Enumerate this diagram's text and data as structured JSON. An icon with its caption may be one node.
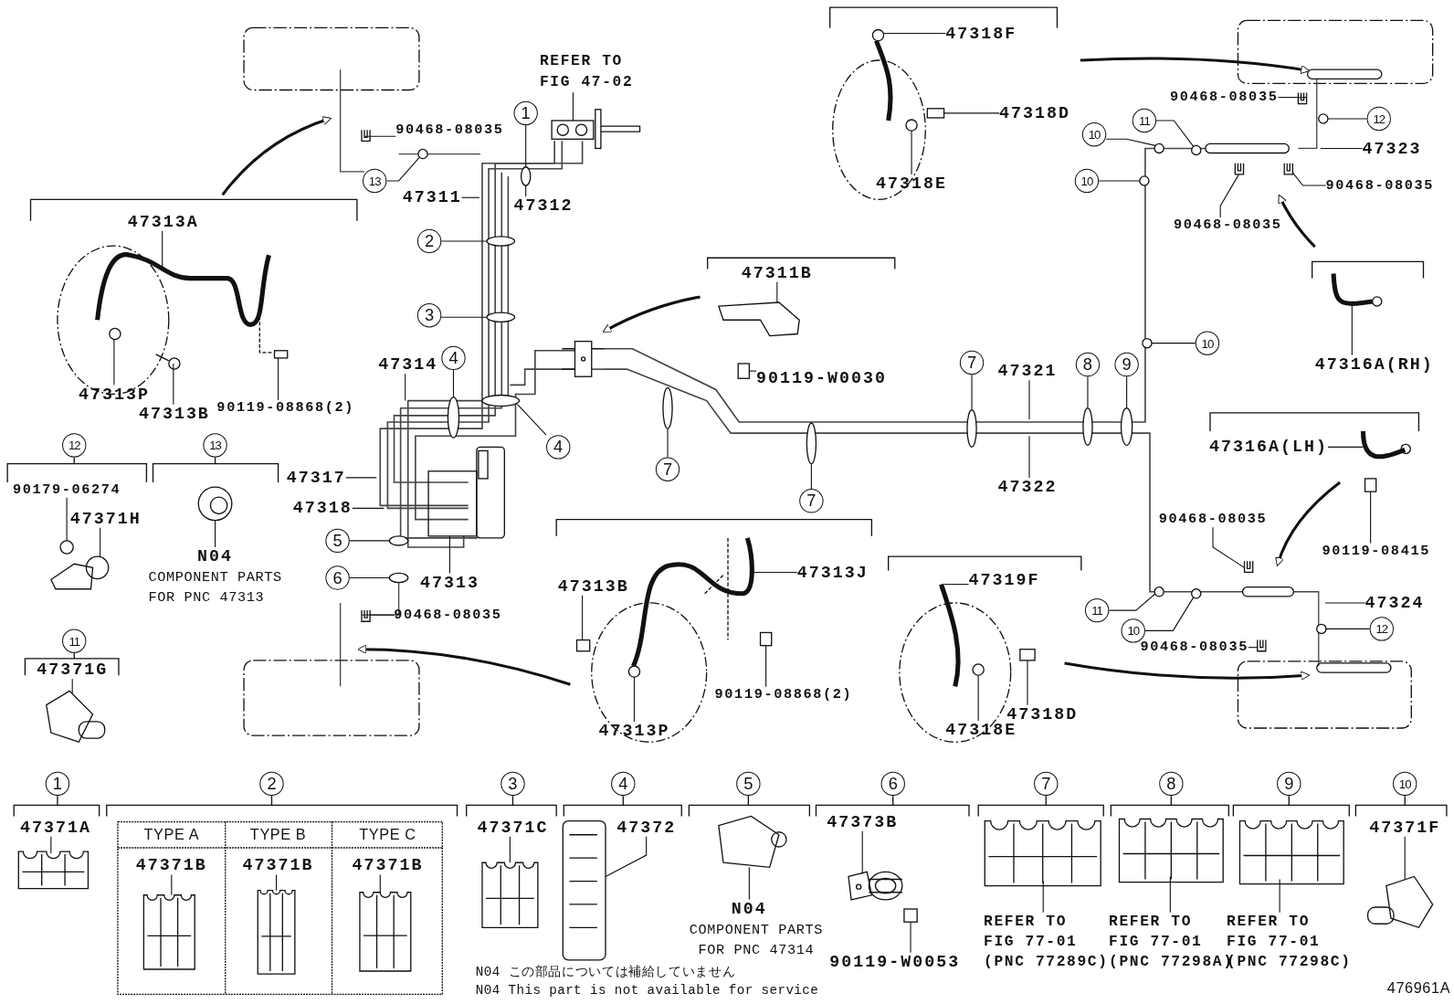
{
  "diagram": {
    "nodes": [
      {
        "text": [
          "90468-08035"
        ]
      },
      {
        "text": [
          "13"
        ]
      },
      {
        "text": [
          "47311"
        ]
      },
      {
        "text": [
          "47312"
        ]
      },
      {
        "text": [
          "1"
        ]
      },
      {
        "text": [
          "REFER TO FIG 47-02"
        ]
      },
      {
        "text": [
          "2"
        ]
      },
      {
        "text": [
          "3"
        ]
      },
      {
        "text": [
          "47313A"
        ]
      },
      {
        "text": [
          "47313P"
        ]
      },
      {
        "text": [
          "47313B"
        ]
      },
      {
        "text": [
          "90119-08868(2)"
        ]
      },
      {
        "text": [
          "47314"
        ]
      },
      {
        "text": [
          "4"
        ]
      },
      {
        "text": [
          "4"
        ]
      },
      {
        "text": [
          "47317"
        ]
      },
      {
        "text": [
          "47318"
        ]
      },
      {
        "text": [
          "5"
        ]
      },
      {
        "text": [
          "6"
        ]
      },
      {
        "text": [
          "47313"
        ]
      },
      {
        "text": [
          "90468-08035"
        ]
      },
      {
        "text": [
          "12"
        ]
      },
      {
        "text": [
          "90179-06274"
        ]
      },
      {
        "text": [
          "47371H"
        ]
      },
      {
        "text": [
          "13"
        ]
      },
      {
        "text": [
          "N04"
        ]
      },
      {
        "text": [
          "11"
        ]
      },
      {
        "text": [
          "47371G"
        ]
      },
      {
        "text": [
          "47311B"
        ]
      },
      {
        "text": [
          "90119-W0030"
        ]
      },
      {
        "text": [
          "7"
        ]
      },
      {
        "text": [
          "7"
        ]
      },
      {
        "text": [
          "7"
        ]
      },
      {
        "text": [
          "47321"
        ]
      },
      {
        "text": [
          "8"
        ]
      },
      {
        "text": [
          "9"
        ]
      },
      {
        "text": [
          "47322"
        ]
      },
      {
        "text": [
          "47318F"
        ]
      },
      {
        "text": [
          "47318D"
        ]
      },
      {
        "text": [
          "47318E"
        ]
      },
      {
        "text": [
          "90468-08035"
        ]
      },
      {
        "text": [
          "12"
        ]
      },
      {
        "text": [
          "47323"
        ]
      },
      {
        "text": [
          "11"
        ]
      },
      {
        "text": [
          "10"
        ]
      },
      {
        "text": [
          "10"
        ]
      },
      {
        "text": [
          "90468-08035"
        ]
      },
      {
        "text": [
          "90468-08035"
        ]
      },
      {
        "text": [
          "10"
        ]
      },
      {
        "text": [
          "47316A(RH)"
        ]
      },
      {
        "text": [
          "47316A(LH)"
        ]
      },
      {
        "text": [
          "90119-08415"
        ]
      },
      {
        "text": [
          "90468-08035"
        ]
      },
      {
        "text": [
          "47324"
        ]
      },
      {
        "text": [
          "12"
        ]
      },
      {
        "text": [
          "90468-08035"
        ]
      },
      {
        "text": [
          "11"
        ]
      },
      {
        "text": [
          "10"
        ]
      },
      {
        "text": [
          "47313J"
        ]
      },
      {
        "text": [
          "47313B"
        ]
      },
      {
        "text": [
          "90119-08868(2)"
        ]
      },
      {
        "text": [
          "47313P"
        ]
      },
      {
        "text": [
          "47319F"
        ]
      },
      {
        "text": [
          "47318D"
        ]
      },
      {
        "text": [
          "47318E"
        ]
      },
      {
        "text": [
          "1"
        ]
      },
      {
        "text": [
          "47371A"
        ]
      },
      {
        "text": [
          "2"
        ]
      },
      {
        "text": [
          "47371B"
        ]
      },
      {
        "text": [
          "47371B"
        ]
      },
      {
        "text": [
          "47371B"
        ]
      },
      {
        "text": [
          "3"
        ]
      },
      {
        "text": [
          "47371C"
        ]
      },
      {
        "text": [
          "4"
        ]
      },
      {
        "text": [
          "47372"
        ]
      },
      {
        "text": [
          "5"
        ]
      },
      {
        "text": [
          "N04"
        ]
      },
      {
        "text": [
          "6"
        ]
      },
      {
        "text": [
          "47373B"
        ]
      },
      {
        "text": [
          "90119-W0053"
        ]
      },
      {
        "text": [
          "7"
        ]
      },
      {
        "text": [
          "REFER TO FIG 77-01",
          "(PNC 77289C)"
        ]
      },
      {
        "text": [
          "8"
        ]
      },
      {
        "text": [
          "REFER TO FIG 77-01",
          "(PNC 77298A)"
        ]
      },
      {
        "text": [
          "9"
        ]
      },
      {
        "text": [
          "REFER TO FIG 77-01",
          "(PNC 77298C)"
        ]
      },
      {
        "text": [
          "10"
        ]
      },
      {
        "text": [
          "47371F"
        ]
      },
      {
        "text": [],
        "shape": "picture"
      },
      {
        "text": [],
        "shape": "circle"
      },
      {
        "text": [],
        "shape": "circle"
      },
      {
        "text": [],
        "shape": "picture"
      },
      {
        "text": [],
        "shape": "circle"
      },
      {
        "text": [],
        "shape": "circle"
      },
      {
        "text": [],
        "shape": "picture"
      },
      {
        "text": [],
        "shape": "circle"
      },
      {
        "text": [],
        "shape": "picture"
      },
      {
        "text": [],
        "shape": "box"
      },
      {
        "text": [],
        "shape": "circle"
      },
      {
        "text": [],
        "shape": "circle"
      },
      {
        "text": [],
        "shape": "circle"
      },
      {
        "text": [],
        "shape": "circle"
      },
      {
        "text": [],
        "shape": "picture"
      },
      {
        "text": [],
        "shape": "circle"
      },
      {
        "text": [],
        "shape": "picture"
      },
      {
        "text": [],
        "shape": "picture"
      },
      {
        "text": [],
        "shape": "picture"
      },
      {
        "text": [],
        "shape": "picture"
      },
      {
        "text": [],
        "shape": "box"
      },
      {
        "text": [],
        "shape": "circle"
      },
      {
        "text": [],
        "shape": "circle"
      },
      {
        "text": [],
        "shape": "circle"
      },
      {
        "text": [],
        "shape": "circle"
      },
      {
        "text": [],
        "shape": "circle"
      },
      {
        "text": [],
        "shape": "picture"
      },
      {
        "text": [],
        "shape": "box"
      },
      {
        "text": [],
        "shape": "circle"
      },
      {
        "text": [],
        "shape": "picture"
      },
      {
        "text": [],
        "shape": "circle"
      },
      {
        "text": [],
        "shape": "circle"
      },
      {
        "text": [],
        "shape": "circle"
      },
      {
        "text": [],
        "shape": "circle"
      },
      {
        "text": [],
        "shape": "picture"
      },
      {
        "text": [],
        "shape": "picture"
      },
      {
        "text": [],
        "shape": "circle"
      },
      {
        "text": [],
        "shape": "picture"
      },
      {
        "text": [],
        "shape": "picture"
      },
      {
        "text": [],
        "shape": "box"
      },
      {
        "text": [],
        "shape": "picture"
      },
      {
        "text": [],
        "shape": "circle"
      },
      {
        "text": [],
        "shape": "picture"
      },
      {
        "text": [],
        "shape": "circle"
      },
      {
        "text": [],
        "shape": "circle"
      },
      {
        "text": [],
        "shape": "picture"
      },
      {
        "text": [],
        "shape": "box"
      },
      {
        "text": [],
        "shape": "box"
      },
      {
        "text": [],
        "shape": "circle"
      },
      {
        "text": [],
        "shape": "picture"
      },
      {
        "text": [],
        "shape": "box"
      },
      {
        "text": [],
        "shape": "circle"
      },
      {
        "text": [],
        "shape": "picture"
      },
      {
        "text": [],
        "shape": "picture"
      },
      {
        "text": [],
        "shape": "picture"
      },
      {
        "text": [],
        "shape": "picture"
      },
      {
        "text": [],
        "shape": "picture"
      },
      {
        "text": [],
        "shape": "picture"
      },
      {
        "text": [],
        "shape": "picture"
      },
      {
        "text": [],
        "shape": "picture"
      },
      {
        "text": [],
        "shape": "box"
      },
      {
        "text": [],
        "shape": "picture"
      },
      {
        "text": [],
        "shape": "picture"
      },
      {
        "text": [],
        "shape": "picture"
      },
      {
        "text": [],
        "shape": "picture"
      },
      {
        "text": [],
        "shape": "picture"
      }
    ],
    "edges": [
      {
        "from": 0,
        "to": 88,
        "arrow": "none"
      },
      {
        "from": 1,
        "to": 89,
        "arrow": "none"
      },
      {
        "from": 2,
        "to": null,
        "arrow": "none"
      },
      {
        "from": 3,
        "to": 90,
        "arrow": "none"
      },
      {
        "from": 4,
        "to": 90,
        "arrow": "none"
      },
      {
        "from": 5,
        "to": 91,
        "arrow": "none"
      },
      {
        "from": 6,
        "to": 92,
        "arrow": "none"
      },
      {
        "from": 7,
        "to": 93,
        "arrow": "none"
      },
      {
        "from": 8,
        "to": 94,
        "arrow": "none"
      },
      {
        "from": 9,
        "to": 95,
        "arrow": "none"
      },
      {
        "from": 10,
        "to": 96,
        "arrow": "none"
      },
      {
        "from": 11,
        "to": 97,
        "arrow": "none"
      },
      {
        "from": 12,
        "to": null,
        "arrow": "none"
      },
      {
        "from": 13,
        "to": 98,
        "arrow": "none"
      },
      {
        "from": 14,
        "to": 99,
        "arrow": "none"
      },
      {
        "from": 15,
        "to": null,
        "arrow": "none"
      },
      {
        "from": 16,
        "to": null,
        "arrow": "none"
      },
      {
        "from": 17,
        "to": 100,
        "arrow": "none"
      },
      {
        "from": 18,
        "to": 101,
        "arrow": "none"
      },
      {
        "from": 19,
        "to": 153,
        "arrow": "none"
      },
      {
        "from": 20,
        "to": 102,
        "arrow": "none"
      },
      {
        "from": 22,
        "to": 103,
        "arrow": "none"
      },
      {
        "from": 23,
        "to": 104,
        "arrow": "none"
      },
      {
        "from": 25,
        "to": 105,
        "arrow": "none"
      },
      {
        "from": 27,
        "to": 106,
        "arrow": "none"
      },
      {
        "from": 28,
        "to": 107,
        "arrow": "none"
      },
      {
        "from": 29,
        "to": 108,
        "arrow": "none"
      },
      {
        "from": 30,
        "to": 109,
        "arrow": "none"
      },
      {
        "from": 31,
        "to": 110,
        "arrow": "none"
      },
      {
        "from": 32,
        "to": 111,
        "arrow": "none"
      },
      {
        "from": 33,
        "to": null,
        "arrow": "none"
      },
      {
        "from": 34,
        "to": 112,
        "arrow": "none"
      },
      {
        "from": 35,
        "to": 113,
        "arrow": "none"
      },
      {
        "from": 36,
        "to": null,
        "arrow": "none"
      },
      {
        "from": 37,
        "to": 114,
        "arrow": "none"
      },
      {
        "from": 38,
        "to": 115,
        "arrow": "none"
      },
      {
        "from": 39,
        "to": 116,
        "arrow": "none"
      },
      {
        "from": 40,
        "to": 117,
        "arrow": "none"
      },
      {
        "from": 41,
        "to": 118,
        "arrow": "none"
      },
      {
        "from": 42,
        "to": null,
        "arrow": "none"
      },
      {
        "from": 43,
        "to": 119,
        "arrow": "none"
      },
      {
        "from": 44,
        "to": 120,
        "arrow": "none"
      },
      {
        "from": 45,
        "to": 121,
        "arrow": "none"
      },
      {
        "from": 46,
        "to": 122,
        "arrow": "none"
      },
      {
        "from": 47,
        "to": 123,
        "arrow": "none"
      },
      {
        "from": 48,
        "to": 124,
        "arrow": "none"
      },
      {
        "from": 49,
        "to": 125,
        "arrow": "none"
      },
      {
        "from": 50,
        "to": 126,
        "arrow": "none"
      },
      {
        "from": 51,
        "to": 127,
        "arrow": "none"
      },
      {
        "from": 52,
        "to": 128,
        "arrow": "none"
      },
      {
        "from": 53,
        "to": null,
        "arrow": "none"
      },
      {
        "from": 54,
        "to": 129,
        "arrow": "none"
      },
      {
        "from": 55,
        "to": 130,
        "arrow": "none"
      },
      {
        "from": 56,
        "to": 131,
        "arrow": "none"
      },
      {
        "from": 57,
        "to": 132,
        "arrow": "none"
      },
      {
        "from": 58,
        "to": 133,
        "arrow": "none"
      },
      {
        "from": 59,
        "to": 134,
        "arrow": "none"
      },
      {
        "from": 60,
        "to": 135,
        "arrow": "none"
      },
      {
        "from": 61,
        "to": 136,
        "arrow": "none"
      },
      {
        "from": 62,
        "to": 137,
        "arrow": "none"
      },
      {
        "from": 63,
        "to": 138,
        "arrow": "none"
      },
      {
        "from": 64,
        "to": 139,
        "arrow": "none"
      },
      {
        "from": 66,
        "to": 140,
        "arrow": "none"
      },
      {
        "from": 68,
        "to": 141,
        "arrow": "none"
      },
      {
        "from": 69,
        "to": 142,
        "arrow": "none"
      },
      {
        "from": 70,
        "to": 143,
        "arrow": "none"
      },
      {
        "from": 72,
        "to": 144,
        "arrow": "none"
      },
      {
        "from": 74,
        "to": 145,
        "arrow": "none"
      },
      {
        "from": 76,
        "to": 146,
        "arrow": "none"
      },
      {
        "from": 78,
        "to": 147,
        "arrow": "none"
      },
      {
        "from": 79,
        "to": 148,
        "arrow": "none"
      },
      {
        "from": 81,
        "to": 149,
        "arrow": "none"
      },
      {
        "from": 83,
        "to": 150,
        "arrow": "none"
      },
      {
        "from": 85,
        "to": 151,
        "arrow": "none"
      },
      {
        "from": 87,
        "to": 152,
        "arrow": "none"
      }
    ],
    "labels": [
      "COMPONENT PARTS FOR PNC 47313",
      "TYPE A",
      "TYPE B",
      "TYPE C",
      "COMPONENT PARTS FOR PNC 47314",
      "N04 この部品については補給していません",
      "N04 This part is not available for service",
      "476961A"
    ]
  }
}
